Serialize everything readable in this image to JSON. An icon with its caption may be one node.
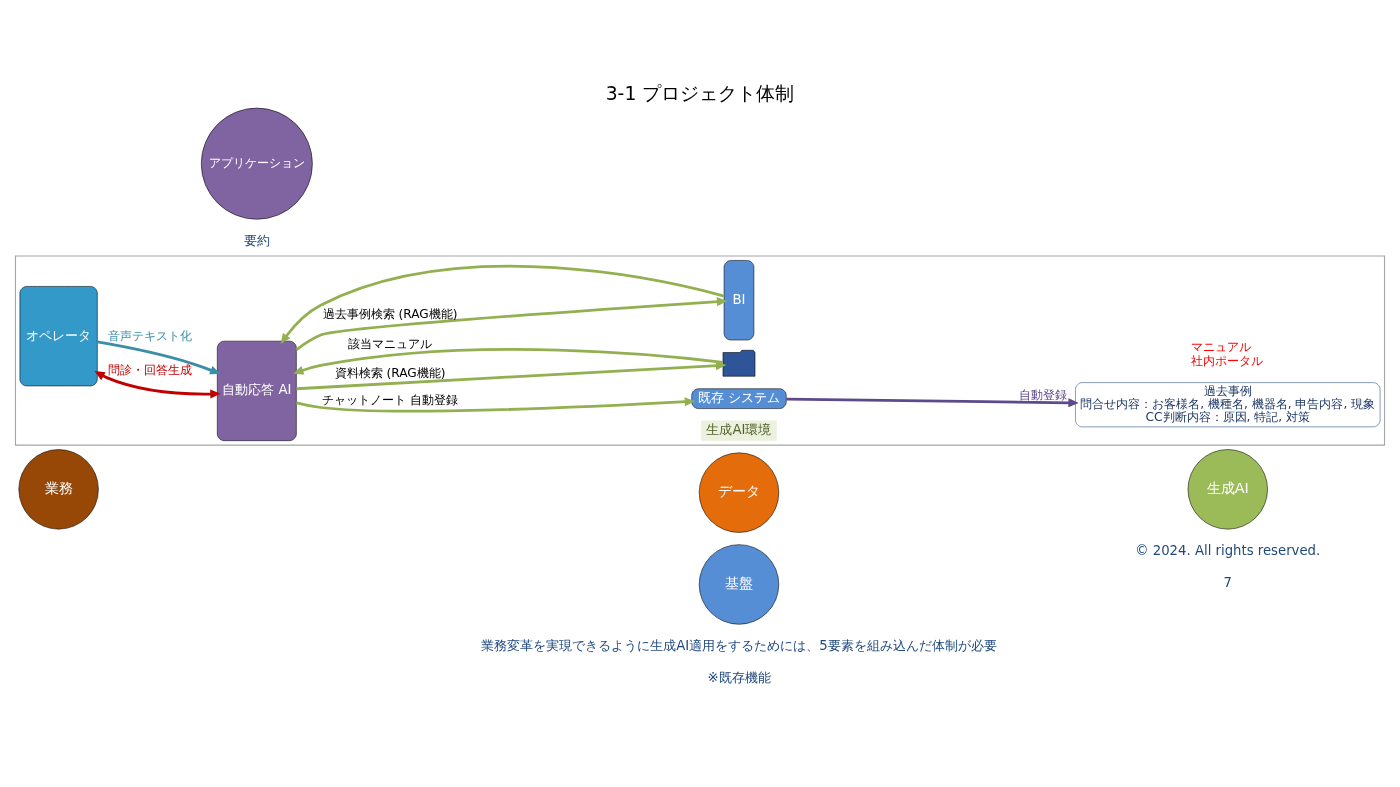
{
  "diagram": {
    "title": "3-1 プロジェクト体制",
    "nodes": [
      {
        "text": [],
        "shape": "box"
      },
      {
        "text": [
          "データ"
        ]
      },
      {
        "text": [
          "業務"
        ]
      },
      {
        "text": [
          "生成AI"
        ]
      },
      {
        "text": [
          "アプリケーション"
        ]
      },
      {
        "text": [
          "基盤"
        ]
      },
      {
        "text": [
          "オペレータ"
        ],
        "in": 0
      },
      {
        "text": [
          "自動応答 AI"
        ],
        "in": 0
      },
      {
        "text": [
          "生成AI環境"
        ],
        "in": 0
      },
      {
        "text": [],
        "shape": "folder",
        "beside": [
          "マニュアル",
          "社内ポータル"
        ],
        "in": 0
      },
      {
        "text": [
          "既存 システム"
        ],
        "in": 0
      },
      {
        "text": [
          "BI"
        ],
        "in": 0
      },
      {
        "text": [
          "過去事例",
          "問合せ内容：お客様名, 機種名, 機器名, 申告内容, 現象",
          "CC判断内容：原因, 特記, 対策"
        ],
        "in": 0
      }
    ],
    "edges": [
      {
        "from": 6,
        "to": 7,
        "arrow": "both",
        "label": "問診・回答生成",
        "color": "#c00000"
      },
      {
        "from": 6,
        "to": 7,
        "arrow": "to",
        "label": "音声テキスト化",
        "color": "#3a8ea8"
      },
      {
        "from": 7,
        "to": 9,
        "arrow": "to",
        "label": "資料検索 (RAG機能)"
      },
      {
        "from": 9,
        "to": 7,
        "arrow": "to",
        "label": "該当マニュアル"
      },
      {
        "from": 7,
        "to": 11,
        "arrow": "to",
        "label": "過去事例検索 (RAG機能)"
      },
      {
        "from": 11,
        "to": 7,
        "arrow": "to"
      },
      {
        "from": 7,
        "to": 10,
        "arrow": "to",
        "label": "チャットノート 自動登録"
      },
      {
        "from": 10,
        "to": 12,
        "arrow": "to",
        "label": "自動登録",
        "color": "#5e4a8a"
      }
    ],
    "labels": [
      "業務変革を実現できるように生成AI適用をするためには、5要素を組み込んだ体制が必要",
      "要約",
      "※既存機能",
      "© 2024. All rights reserved.",
      "7"
    ]
  }
}
